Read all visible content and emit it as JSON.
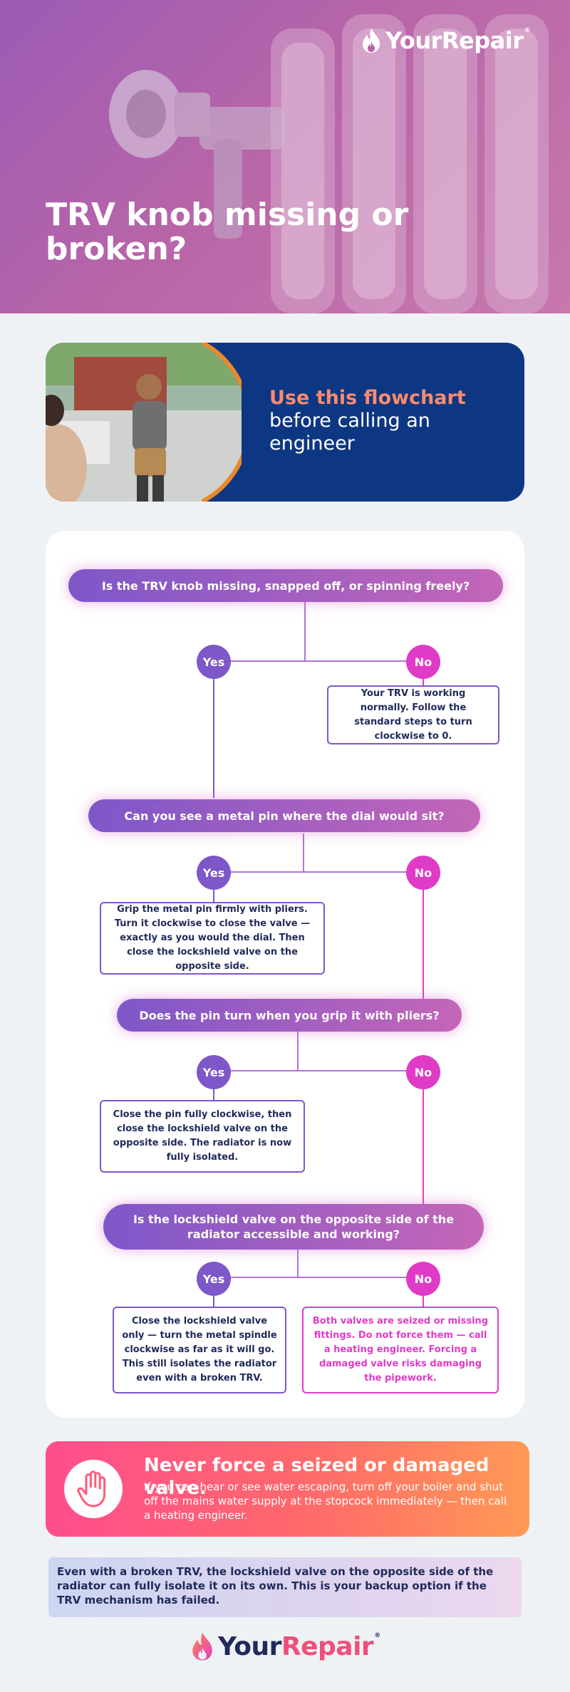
{
  "brand": {
    "name_part1": "Your",
    "name_part2": "Repair",
    "reg_mark": "®",
    "flame_color": "#ef4f7b"
  },
  "hero": {
    "title": "TRV knob missing or broken?",
    "bg_color": "#b865a8"
  },
  "banner": {
    "line1_accent": "Use this flowchart",
    "line2": "before calling an engineer",
    "bg_color": "#0d3782",
    "accent_color": "#ff8a6b"
  },
  "flowchart": {
    "yes_label": "Yes",
    "no_label": "No",
    "q1": {
      "text": "Is the TRV knob missing, snapped off, or spinning freely?"
    },
    "q1_no_result": "Your TRV is working normally. Follow the standard steps to turn clockwise to 0.",
    "q2": {
      "text": "Can you see a metal pin where the dial would sit?"
    },
    "q2_yes_result": "Grip the metal pin firmly with pliers. Turn it clockwise to close the valve — exactly as you would the dial. Then close the lockshield valve on the opposite side.",
    "q3": {
      "text": "Does the pin turn when you grip it with pliers?"
    },
    "q3_yes_result": "Close the pin fully clockwise, then close the lockshield valve on the opposite side. The radiator is now fully isolated.",
    "q4": {
      "text": "Is the lockshield valve on the opposite side of the radiator accessible and working?"
    },
    "q4_yes_result": "Close the lockshield valve only — turn the metal spindle clockwise as far as it will go. This still isolates the radiator even with a broken TRV.",
    "q4_no_result": "Both valves are seized or missing fittings. Do not force them — call a heating engineer. Forcing a damaged valve risks damaging the pipework.",
    "colors": {
      "yes": "#7e57c9",
      "no": "#e03bc7"
    }
  },
  "warning": {
    "title": "Never force a seized or damaged valve.",
    "body": "If you can hear or see water escaping, turn off your boiler and shut off the mains water supply at the stopcock immediately — then call a heating engineer.",
    "icon": "stop-hand-icon"
  },
  "note": {
    "text": "Even with a broken TRV, the lockshield valve on the opposite side of the radiator can fully isolate it on its own. This is your backup option if the TRV mechanism has failed."
  }
}
